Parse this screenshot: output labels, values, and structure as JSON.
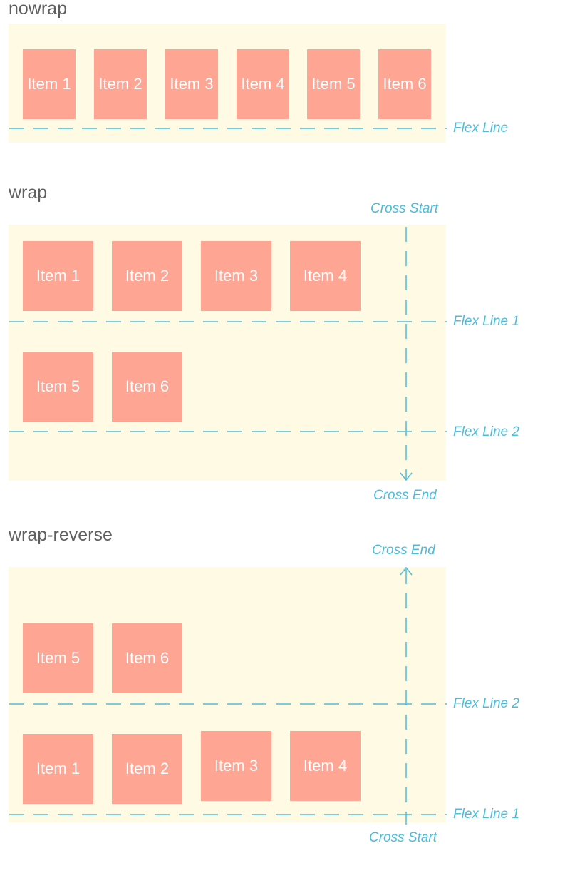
{
  "colors": {
    "container_bg": "#fffae3",
    "item_bg": "#ffa594",
    "item_text": "#ffffff",
    "guide": "#4dbcdc",
    "title_text": "#5f5f5f"
  },
  "nowrap": {
    "title": "nowrap",
    "items": [
      "Item 1",
      "Item 2",
      "Item 3",
      "Item 4",
      "Item 5",
      "Item 6"
    ],
    "flex_line_label": "Flex Line"
  },
  "wrap": {
    "title": "wrap",
    "items": [
      "Item 1",
      "Item 2",
      "Item 3",
      "Item 4",
      "Item 5",
      "Item 6"
    ],
    "flex_line_1_label": "Flex Line 1",
    "flex_line_2_label": "Flex Line 2",
    "cross_start_label": "Cross Start",
    "cross_end_label": "Cross End"
  },
  "wrap_reverse": {
    "title": "wrap-reverse",
    "items": [
      "Item 1",
      "Item 2",
      "Item 3",
      "Item 4",
      "Item 5",
      "Item 6"
    ],
    "flex_line_1_label": "Flex Line 1",
    "flex_line_2_label": "Flex Line 2",
    "cross_start_label": "Cross Start",
    "cross_end_label": "Cross End"
  }
}
